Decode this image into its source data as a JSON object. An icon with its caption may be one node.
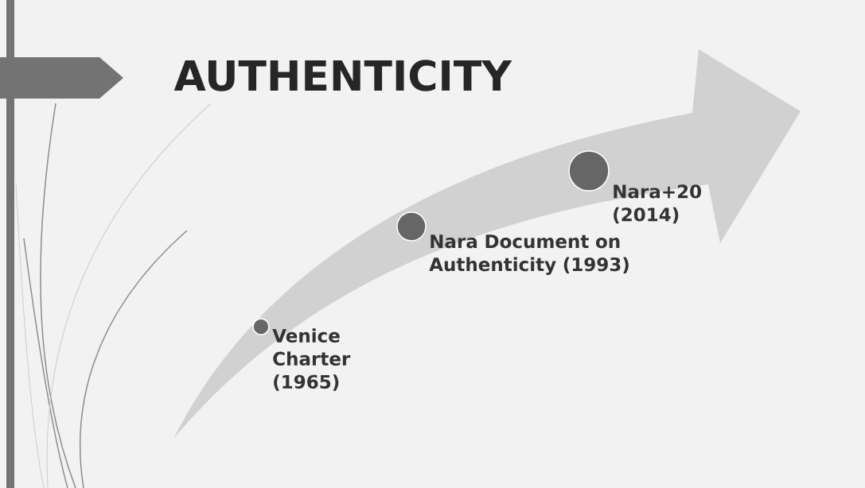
{
  "diagram": {
    "title": "AUTHENTICITY",
    "nodes": [
      {
        "text": [],
        "shape": "circle",
        "beside": [
          "Venice Charter (1965)"
        ]
      },
      {
        "text": [],
        "shape": "circle",
        "beside": [
          "Nara Document on Authenticity (1993)"
        ]
      },
      {
        "text": [],
        "shape": "circle",
        "beside": [
          "Nara+20 (2014)"
        ]
      }
    ]
  }
}
